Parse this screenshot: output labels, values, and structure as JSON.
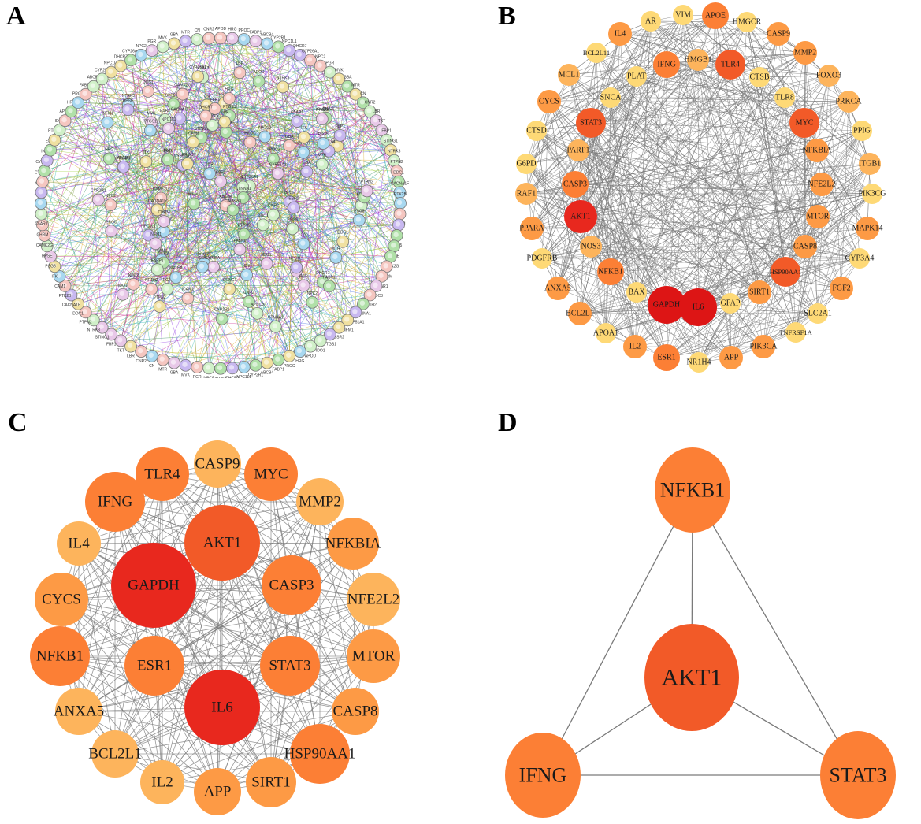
{
  "panels": {
    "a": {
      "label": "A"
    },
    "b": {
      "label": "B"
    },
    "c": {
      "label": "C"
    },
    "d": {
      "label": "D"
    }
  },
  "colors": {
    "level": [
      "#fed976",
      "#fdb45c",
      "#fd9a45",
      "#fc7f35",
      "#f25a28",
      "#e8281e",
      "#dd1515"
    ],
    "edge_gray": "#7a7a7a",
    "string_edges": [
      "#6b8e23",
      "#9acd32",
      "#c71585",
      "#4169e1",
      "#2e8b57",
      "#daa520",
      "#8a2be2",
      "#20b2aa"
    ],
    "string_nodes": [
      "#b0e0a8",
      "#c8b8f0",
      "#f5c6c0",
      "#a8d8f0",
      "#f0e0a0",
      "#d0f0c8",
      "#e8c8e8"
    ]
  },
  "panel_a_labels_outer": [
    "APOD",
    "HRG",
    "PROC",
    "FABP1",
    "ABCB4",
    "CYP2R1",
    "NPC1L1",
    "DHCR7",
    "CYP26A1",
    "NPC2",
    "PGR",
    "MVK",
    "GBA",
    "MTR",
    "CN",
    "CNR2",
    "LBR",
    "TKT",
    "FBP1",
    "STING1",
    "NTRK3",
    "PTPN2",
    "DDC1",
    "CACNA1F",
    "PTK2B",
    "ICAM1",
    "ITK",
    "PSG5",
    "HPSE",
    "CAMK2G",
    "CHRM",
    "C5AR1",
    "APOC3",
    "NR1H2",
    "CTNNA1",
    "CYP51A1",
    "INFM1",
    "ESR2",
    "PTGS1",
    "IDO1"
  ],
  "panel_b_nodes": [
    {
      "id": "GAPDH",
      "level": 6
    },
    {
      "id": "IL6",
      "level": 6
    },
    {
      "id": "AKT1",
      "level": 5
    },
    {
      "id": "STAT3",
      "level": 4
    },
    {
      "id": "MYC",
      "level": 4
    },
    {
      "id": "HSP90AA1",
      "level": 4
    },
    {
      "id": "TLR4",
      "level": 4
    },
    {
      "id": "IFNG",
      "level": 3
    },
    {
      "id": "CASP3",
      "level": 3
    },
    {
      "id": "NFKB1",
      "level": 3
    },
    {
      "id": "ESR1",
      "level": 3
    },
    {
      "id": "APOE",
      "level": 3
    },
    {
      "id": "CYCS",
      "level": 2
    },
    {
      "id": "MTOR",
      "level": 2
    },
    {
      "id": "SIRT1",
      "level": 2
    },
    {
      "id": "IL4",
      "level": 2
    },
    {
      "id": "MMP2",
      "level": 2
    },
    {
      "id": "IL2",
      "level": 2
    },
    {
      "id": "PPARA",
      "level": 2
    },
    {
      "id": "CASP8",
      "level": 2
    },
    {
      "id": "PIK3CA",
      "level": 2
    },
    {
      "id": "NFKBIA",
      "level": 2
    },
    {
      "id": "NFE2L2",
      "level": 2
    },
    {
      "id": "CASP9",
      "level": 2
    },
    {
      "id": "MAPK14",
      "level": 2
    },
    {
      "id": "FGF2",
      "level": 2
    },
    {
      "id": "ANXA5",
      "level": 2
    },
    {
      "id": "APP",
      "level": 2
    },
    {
      "id": "BCL2L1",
      "level": 2
    },
    {
      "id": "RAF1",
      "level": 1
    },
    {
      "id": "MCL1",
      "level": 1
    },
    {
      "id": "HMGB1",
      "level": 1
    },
    {
      "id": "FOXO3",
      "level": 1
    },
    {
      "id": "PARP1",
      "level": 1
    },
    {
      "id": "NOS3",
      "level": 1
    },
    {
      "id": "PRKCA",
      "level": 1
    },
    {
      "id": "ITGB1",
      "level": 1
    },
    {
      "id": "AR",
      "level": 0
    },
    {
      "id": "VIM",
      "level": 0
    },
    {
      "id": "HMGCR",
      "level": 0
    },
    {
      "id": "BCL2L11",
      "level": 0
    },
    {
      "id": "PLAT",
      "level": 0
    },
    {
      "id": "CTSB",
      "level": 0
    },
    {
      "id": "TLR8",
      "level": 0
    },
    {
      "id": "SNCA",
      "level": 0
    },
    {
      "id": "CTSD",
      "level": 0
    },
    {
      "id": "PPIG",
      "level": 0
    },
    {
      "id": "G6PD",
      "level": 0
    },
    {
      "id": "PIK3CG",
      "level": 0
    },
    {
      "id": "PDGFRB",
      "level": 0
    },
    {
      "id": "CYP3A4",
      "level": 0
    },
    {
      "id": "BAX",
      "level": 0
    },
    {
      "id": "GFAP",
      "level": 0
    },
    {
      "id": "SLC2A1",
      "level": 0
    },
    {
      "id": "APOA1",
      "level": 0
    },
    {
      "id": "TNFRSF1A",
      "level": 0
    },
    {
      "id": "NR1H4",
      "level": 0
    }
  ],
  "panel_c_nodes": [
    {
      "id": "GAPDH",
      "level": 5
    },
    {
      "id": "IL6",
      "level": 5
    },
    {
      "id": "AKT1",
      "level": 4
    },
    {
      "id": "HSP90AA1",
      "level": 3
    },
    {
      "id": "STAT3",
      "level": 3
    },
    {
      "id": "MYC",
      "level": 3
    },
    {
      "id": "IFNG",
      "level": 3
    },
    {
      "id": "TLR4",
      "level": 3
    },
    {
      "id": "NFKB1",
      "level": 3
    },
    {
      "id": "CASP3",
      "level": 3
    },
    {
      "id": "ESR1",
      "level": 3
    },
    {
      "id": "CYCS",
      "level": 2
    },
    {
      "id": "MTOR",
      "level": 2
    },
    {
      "id": "SIRT1",
      "level": 2
    },
    {
      "id": "APP",
      "level": 2
    },
    {
      "id": "NFKBIA",
      "level": 2
    },
    {
      "id": "CASP8",
      "level": 2
    },
    {
      "id": "CASP9",
      "level": 1
    },
    {
      "id": "MMP2",
      "level": 1
    },
    {
      "id": "IL4",
      "level": 1
    },
    {
      "id": "NFE2L2",
      "level": 1
    },
    {
      "id": "ANXA5",
      "level": 1
    },
    {
      "id": "BCL2L1",
      "level": 1
    },
    {
      "id": "IL2",
      "level": 1
    }
  ],
  "panel_d_nodes": [
    {
      "id": "NFKB1",
      "level": 3
    },
    {
      "id": "AKT1",
      "level": 4
    },
    {
      "id": "IFNG",
      "level": 3
    },
    {
      "id": "STAT3",
      "level": 3
    }
  ],
  "panel_d_edges": [
    [
      "NFKB1",
      "AKT1"
    ],
    [
      "NFKB1",
      "IFNG"
    ],
    [
      "NFKB1",
      "STAT3"
    ],
    [
      "AKT1",
      "IFNG"
    ],
    [
      "AKT1",
      "STAT3"
    ],
    [
      "IFNG",
      "STAT3"
    ]
  ]
}
